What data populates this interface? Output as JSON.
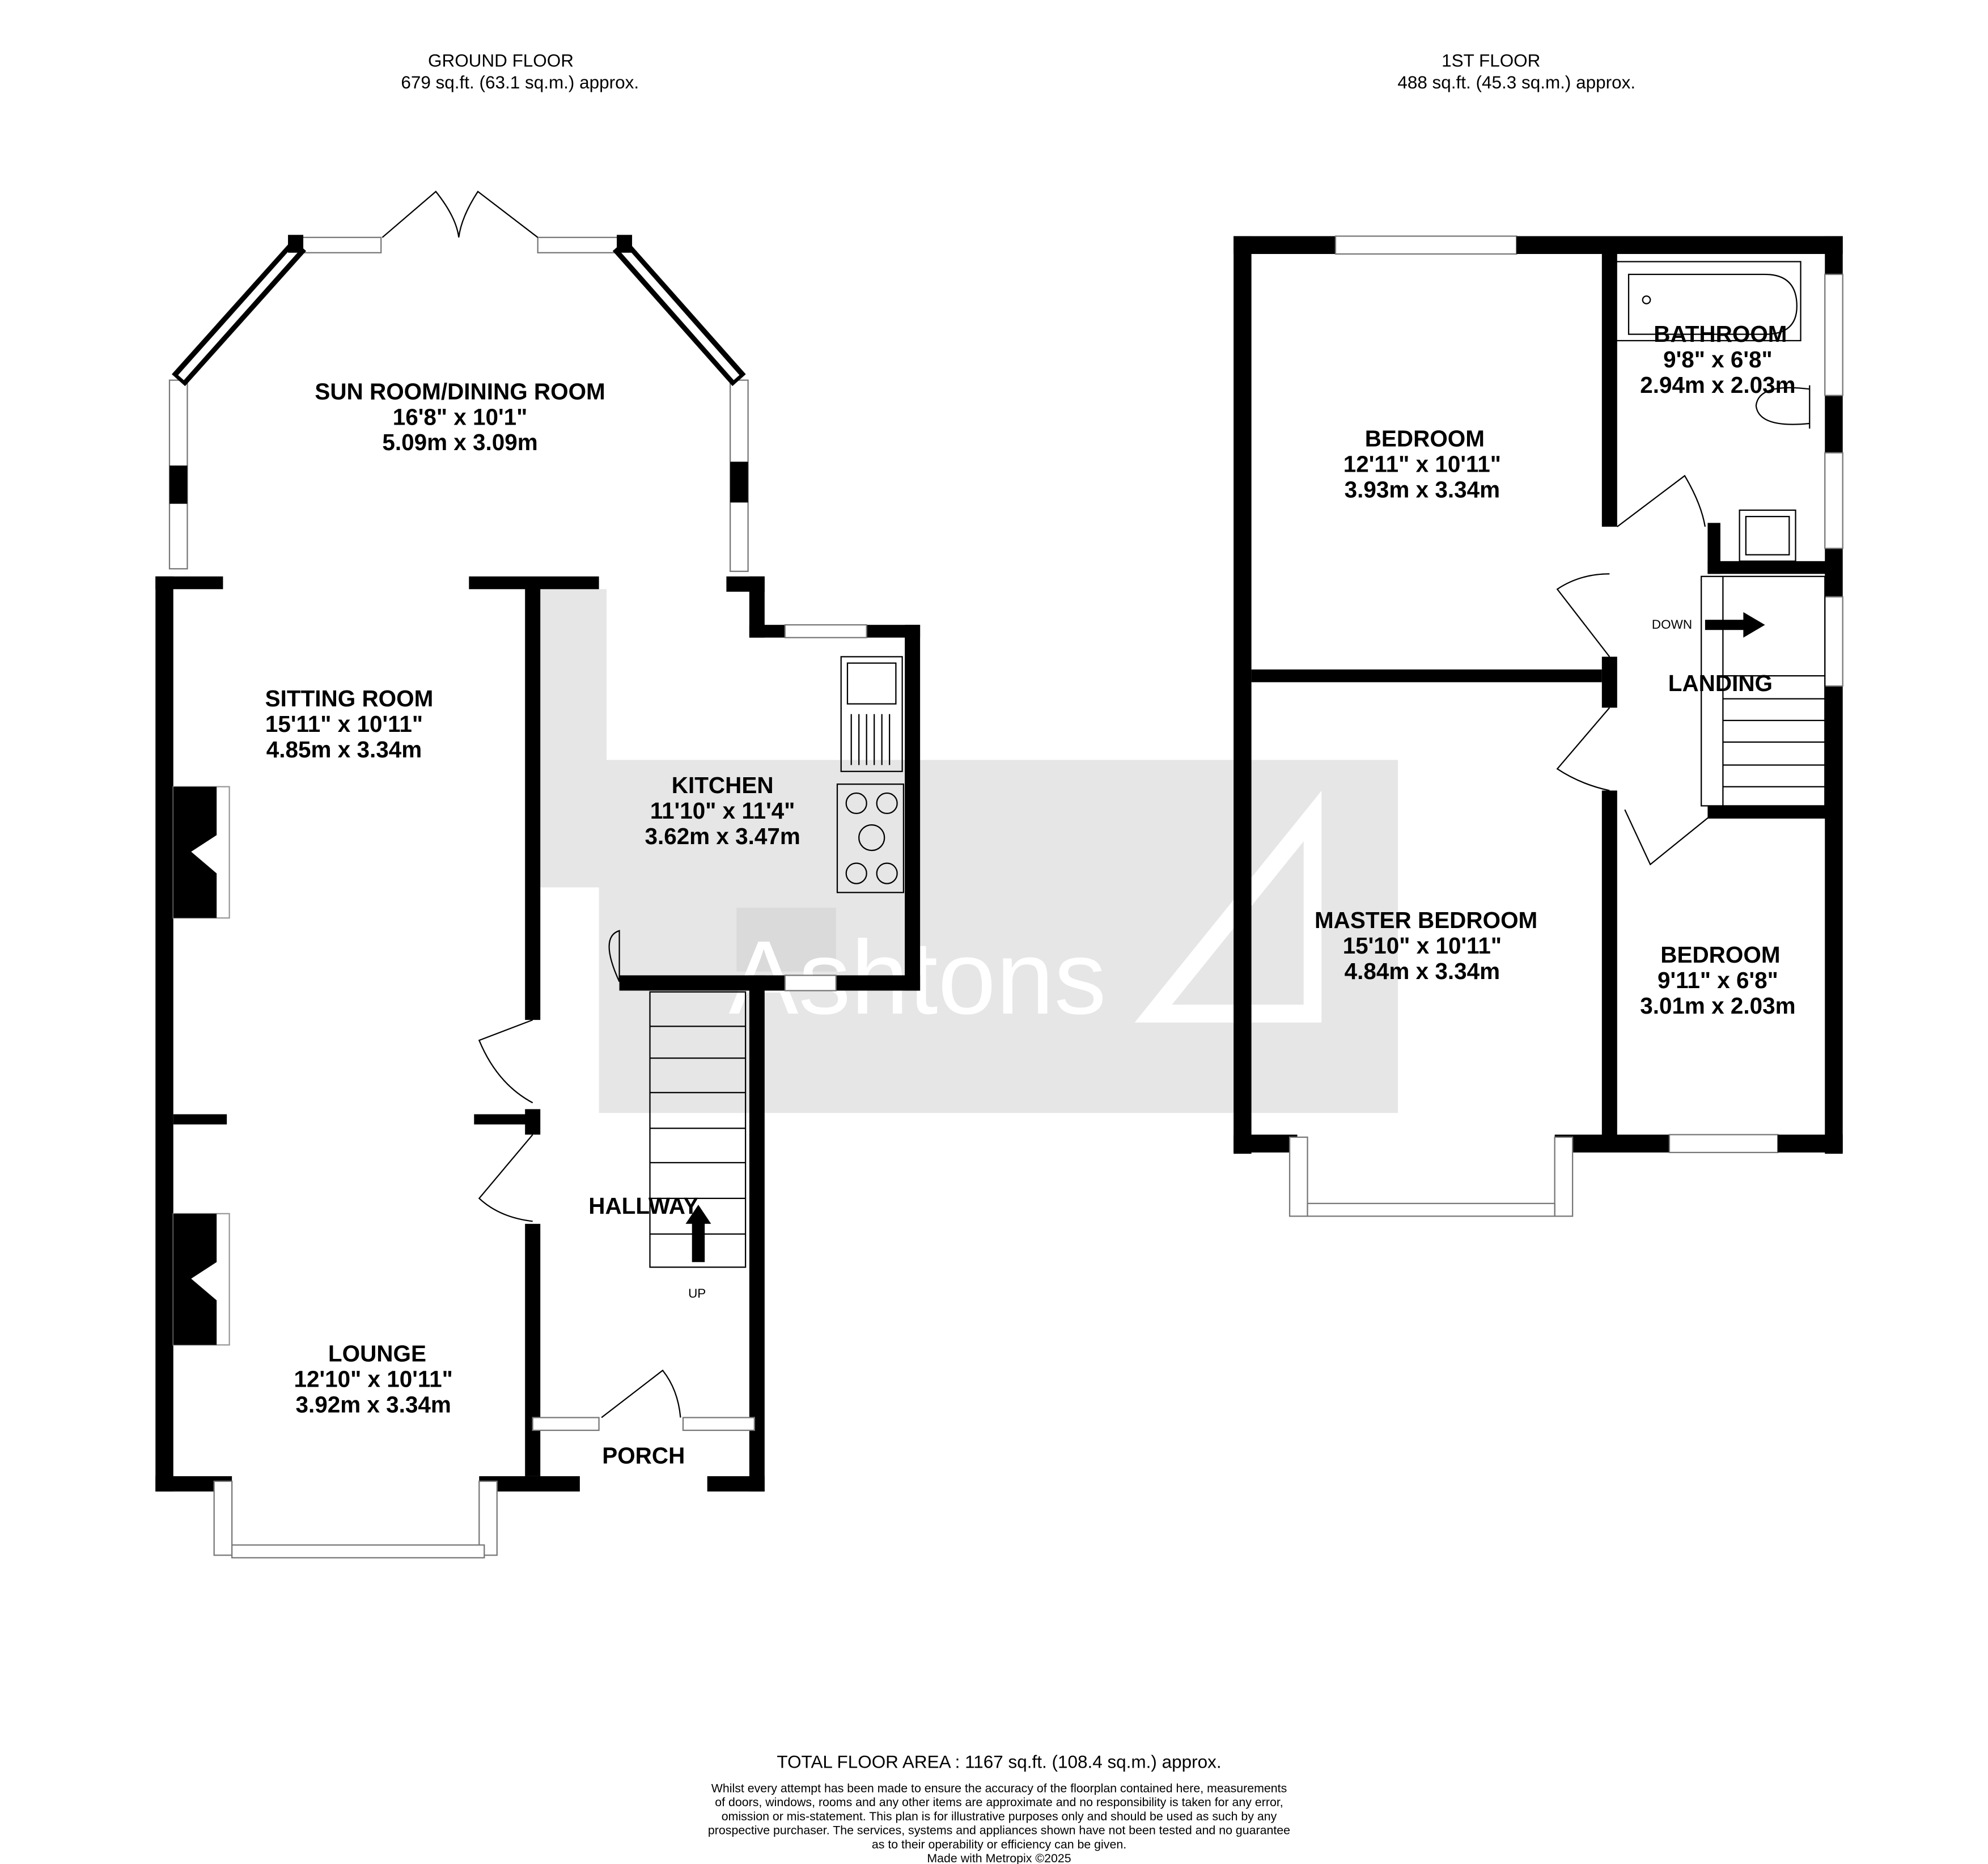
{
  "ground_floor": {
    "title": "GROUND FLOOR",
    "area": "679 sq.ft. (63.1 sq.m.) approx.",
    "rooms": [
      {
        "name": "SUN ROOM/DINING ROOM",
        "imperial": "16'8\"  x 10'1\"",
        "metric": "5.09m  x 3.09m"
      },
      {
        "name": "SITTING ROOM",
        "imperial": "15'11\"  x 10'11\"",
        "metric": "4.85m  x 3.34m"
      },
      {
        "name": "KITCHEN",
        "imperial": "11'10\"  x 11'4\"",
        "metric": "3.62m  x 3.47m"
      },
      {
        "name": "LOUNGE",
        "imperial": "12'10\"  x 10'11\"",
        "metric": "3.92m  x 3.34m"
      },
      {
        "name": "HALLWAY"
      },
      {
        "name": "PORCH"
      }
    ],
    "stairs_label": "UP"
  },
  "first_floor": {
    "title": "1ST FLOOR",
    "area": "488 sq.ft. (45.3 sq.m.) approx.",
    "rooms": [
      {
        "name": "BEDROOM",
        "imperial": "12'11\"  x 10'11\"",
        "metric": "3.93m  x 3.34m"
      },
      {
        "name": "BATHROOM",
        "imperial": "9'8\"  x 6'8\"",
        "metric": "2.94m  x 2.03m"
      },
      {
        "name": "LANDING"
      },
      {
        "name": "MASTER BEDROOM",
        "imperial": "15'10\"  x 10'11\"",
        "metric": "4.84m  x 3.34m"
      },
      {
        "name": "BEDROOM",
        "imperial": "9'11\"  x 6'8\"",
        "metric": "3.01m  x 2.03m"
      }
    ],
    "stairs_label": "DOWN"
  },
  "watermark": "Ashtons",
  "footer": {
    "total": "TOTAL FLOOR AREA : 1167 sq.ft. (108.4 sq.m.) approx.",
    "disclaimer": [
      "Whilst every attempt has been made to ensure the accuracy of the floorplan contained here, measurements",
      "of doors, windows, rooms and any other items are approximate and no responsibility is taken for any error,",
      "omission or mis-statement. This plan is for illustrative purposes only and should be used as such by any",
      "prospective purchaser. The services, systems and appliances shown have not been tested and no guarantee",
      "as to their operability or efficiency can be given."
    ],
    "credit": "Made with Metropix ©2025"
  },
  "colors": {
    "wall": "#000000",
    "watermark_bg": "#e6e6e6",
    "watermark_text": "#ffffff"
  }
}
